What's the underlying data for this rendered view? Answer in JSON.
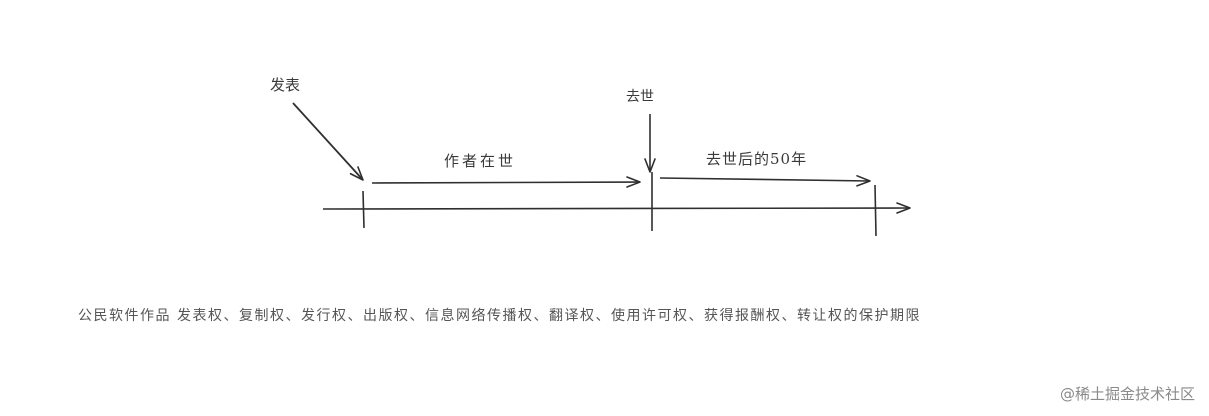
{
  "labels": {
    "publish": "发表",
    "death": "去世",
    "author_alive": "作者在世",
    "after_death": "去世后的50年"
  },
  "caption": "公民软件作品 发表权、复制权、发行权、出版权、信息网络传播权、翻译权、使用许可权、获得报酬权、转让权的保护期限",
  "watermark": "@稀土掘金技术社区"
}
